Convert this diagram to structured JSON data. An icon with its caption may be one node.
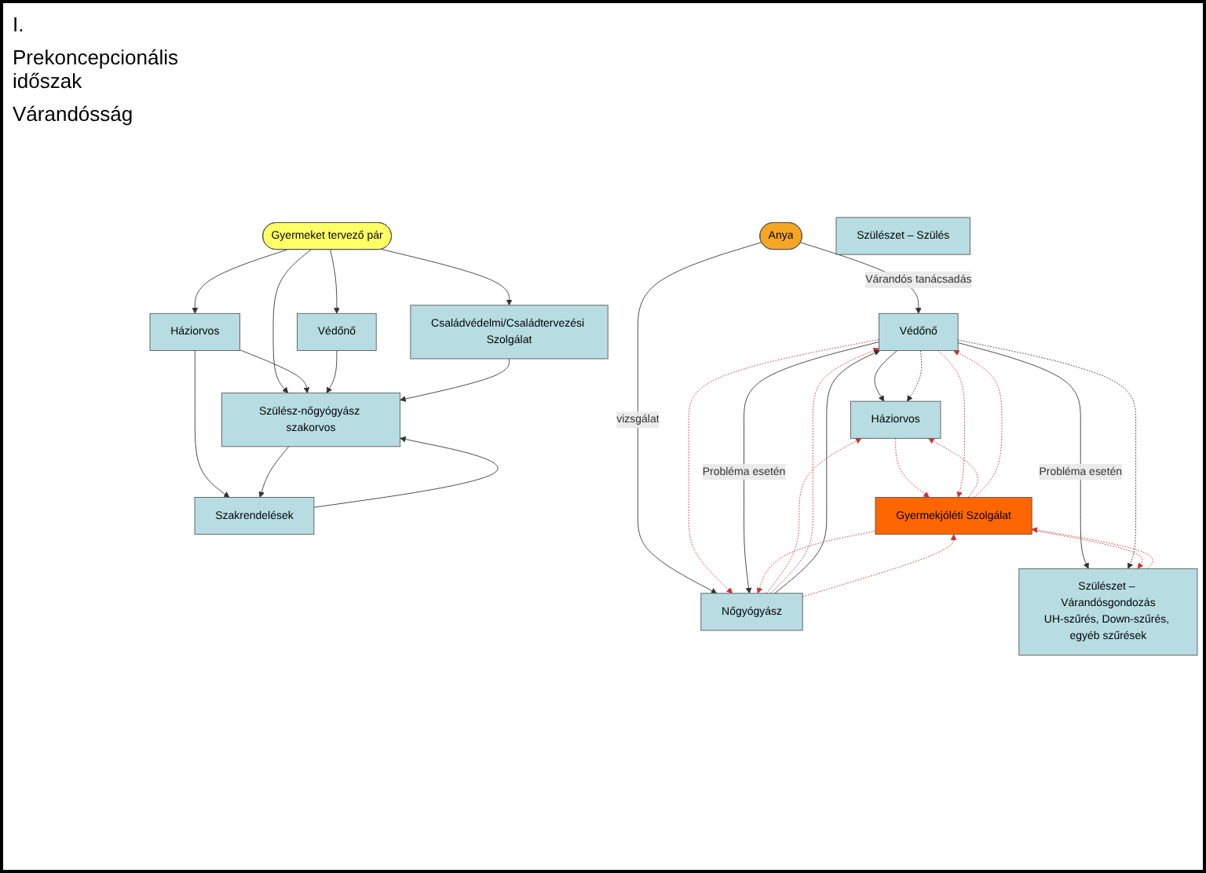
{
  "diagram": {
    "nodes": [
      {
        "text": [
          "Gyermeket tervező pár"
        ]
      },
      {
        "text": [
          "Családvédelmi/Családtervezési Szolgálat"
        ]
      },
      {
        "text": [
          "Védőnő"
        ]
      },
      {
        "text": [
          "Háziorvos"
        ]
      },
      {
        "text": [
          "Szülész-nőgyógyász szakorvos"
        ]
      },
      {
        "text": [
          "Szakrendelések"
        ]
      },
      {
        "text": [
          "Anya"
        ]
      },
      {
        "text": [
          "Háziorvos"
        ]
      },
      {
        "text": [
          "Védőnő"
        ]
      },
      {
        "text": [
          "Nőgyógyász"
        ]
      },
      {
        "text": [
          "Szülészet – Várandósgondozás",
          "UH-szűrés, Down-szűrés, egyéb szűrések"
        ]
      },
      {
        "text": [
          "Szülészet – Szülés"
        ]
      },
      {
        "text": [
          "Gyermekjóléti Szolgálat"
        ]
      }
    ],
    "edges": [
      {
        "from": 0,
        "to": 1,
        "arrow": "to"
      },
      {
        "from": 0,
        "to": 2,
        "arrow": "to"
      },
      {
        "from": 0,
        "to": 3,
        "arrow": "to"
      },
      {
        "from": 0,
        "to": 4,
        "arrow": "to"
      },
      {
        "from": 3,
        "to": 4,
        "arrow": "to"
      },
      {
        "from": 2,
        "to": 4,
        "arrow": "to"
      },
      {
        "from": 1,
        "to": 4,
        "arrow": "to"
      },
      {
        "from": 3,
        "to": 5,
        "arrow": "to"
      },
      {
        "from": 4,
        "to": 5,
        "arrow": "to"
      },
      {
        "from": 5,
        "to": 4,
        "arrow": "to"
      },
      {
        "from": 6,
        "to": 8,
        "arrow": "to",
        "label": "Várandós tanácsadás"
      },
      {
        "from": 6,
        "to": 9,
        "arrow": "to",
        "label": "vizsgálat"
      },
      {
        "from": 9,
        "to": 7,
        "arrow": "to",
        "style": "dashed",
        "color": "#cc3333"
      },
      {
        "from": 8,
        "to": 7,
        "arrow": "to"
      },
      {
        "from": 8,
        "to": 7,
        "arrow": "to",
        "style": "dashed"
      },
      {
        "from": 8,
        "to": 9,
        "arrow": "to",
        "style": "dashed",
        "color": "#cc3333"
      },
      {
        "from": 9,
        "to": 8,
        "arrow": "to",
        "style": "dashed",
        "color": "#cc3333"
      },
      {
        "from": 9,
        "to": 8,
        "arrow": "to"
      },
      {
        "from": 8,
        "to": 9,
        "arrow": "to",
        "label": "Probléma esetén"
      },
      {
        "from": 8,
        "to": 10,
        "arrow": "to",
        "label": "Probléma esetén"
      },
      {
        "from": 8,
        "to": 10,
        "arrow": "to",
        "style": "dashed"
      },
      {
        "from": 7,
        "to": 12,
        "arrow": "to",
        "style": "dashed",
        "color": "#cc3333"
      },
      {
        "from": 12,
        "to": 7,
        "arrow": "to",
        "style": "dashed",
        "color": "#cc3333"
      },
      {
        "from": 8,
        "to": 12,
        "arrow": "to",
        "style": "dashed",
        "color": "#cc3333"
      },
      {
        "from": 12,
        "to": 8,
        "arrow": "to",
        "style": "dashed",
        "color": "#cc3333"
      },
      {
        "from": 9,
        "to": 12,
        "arrow": "to",
        "style": "dashed",
        "color": "#cc3333"
      },
      {
        "from": 12,
        "to": 9,
        "arrow": "to",
        "style": "dashed",
        "color": "#cc3333"
      },
      {
        "from": 10,
        "to": 12,
        "arrow": "to",
        "style": "dashed",
        "color": "#cc3333"
      },
      {
        "from": 12,
        "to": 10,
        "arrow": "to",
        "style": "dashed",
        "color": "#cc3333"
      }
    ],
    "labels": [
      "I.",
      "Prekoncepcionális időszak",
      "Várandósság"
    ]
  }
}
